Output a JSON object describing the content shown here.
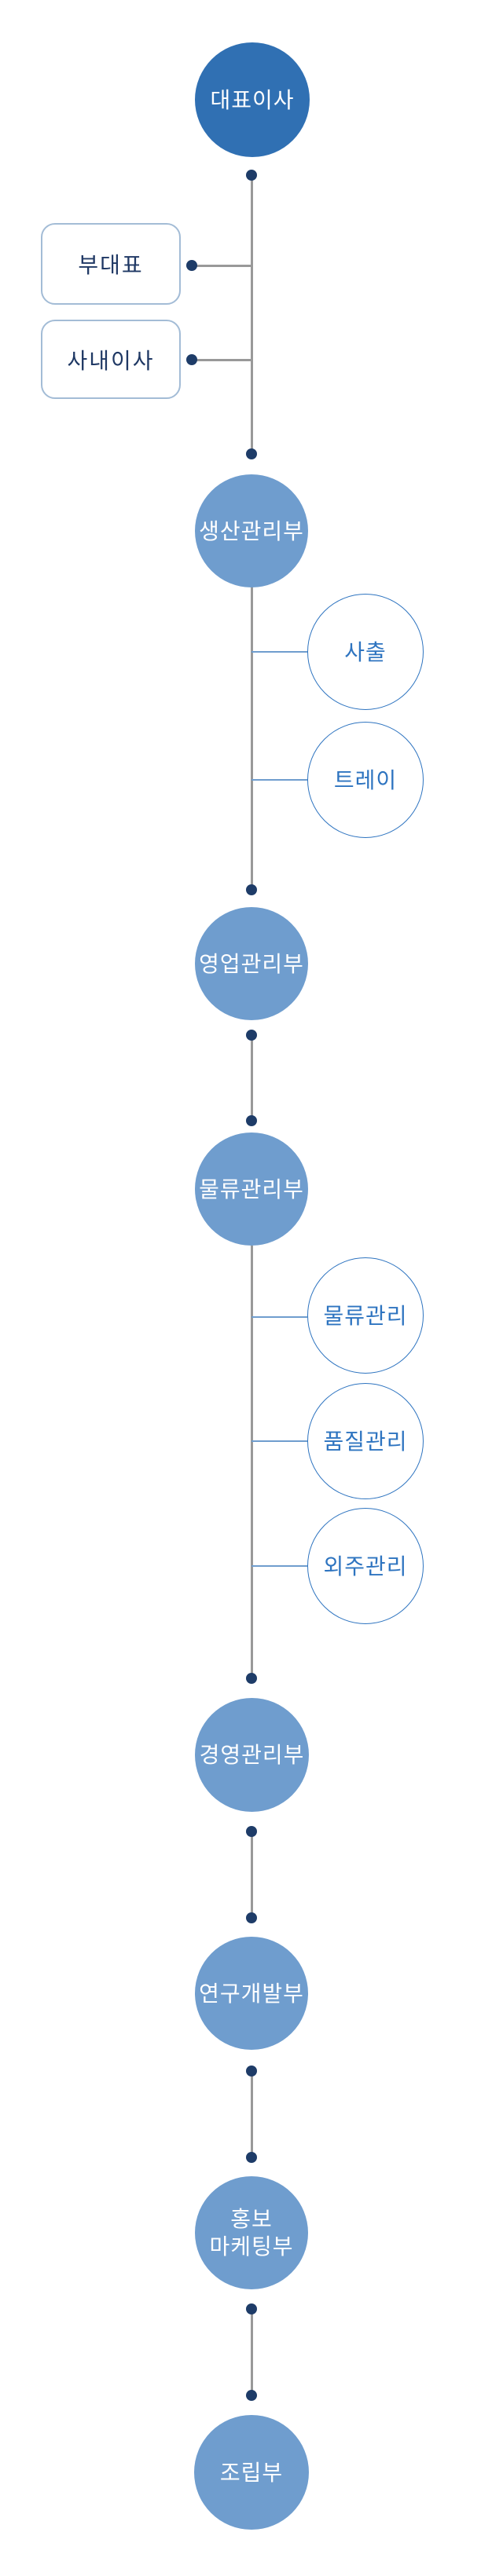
{
  "title": "organization-chart",
  "colors": {
    "root_fill": "#3070b3",
    "dept_fill": "#6f9dce",
    "node_text": "#ffffff",
    "team_border": "#2e74c0",
    "team_text": "#2e74c0",
    "stub_border": "#a3bcd6",
    "stub_text": "#1f3864",
    "connector_gray": "#999999",
    "connector_blue": "#6f9dce",
    "connector_dot": "#1e3c68"
  },
  "org": {
    "root": {
      "label": "대표이사"
    },
    "advisors": [
      {
        "label": "부대표"
      },
      {
        "label": "사내이사"
      }
    ],
    "departments": [
      {
        "label": "생산관리부",
        "teams": [
          "사출",
          "트레이"
        ]
      },
      {
        "label": "영업관리부",
        "teams": []
      },
      {
        "label": "물류관리부",
        "teams": [
          "물류관리",
          "품질관리",
          "외주관리"
        ]
      },
      {
        "label": "경영관리부",
        "teams": []
      },
      {
        "label": "연구개발부",
        "teams": []
      },
      {
        "label": "홍보\n마케팅부",
        "teams": []
      },
      {
        "label": "조립부",
        "teams": []
      }
    ]
  }
}
